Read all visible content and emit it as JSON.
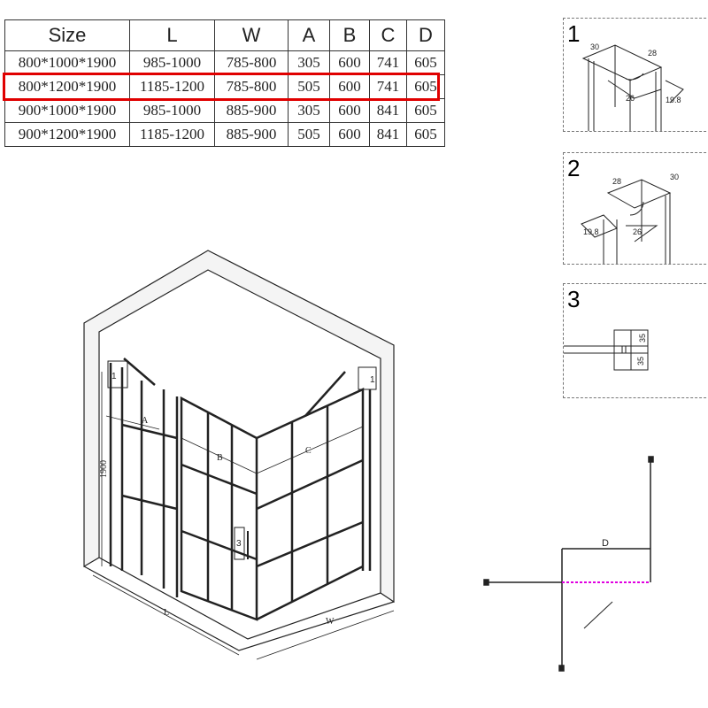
{
  "table": {
    "headers": [
      "Size",
      "L",
      "W",
      "A",
      "B",
      "C",
      "D"
    ],
    "rows": [
      [
        "800*1000*1900",
        "985-1000",
        "785-800",
        "305",
        "600",
        "741",
        "605"
      ],
      [
        "800*1200*1900",
        "1185-1200",
        "785-800",
        "505",
        "600",
        "741",
        "605"
      ],
      [
        "900*1000*1900",
        "985-1000",
        "885-900",
        "305",
        "600",
        "841",
        "605"
      ],
      [
        "900*1200*1900",
        "1185-1200",
        "885-900",
        "505",
        "600",
        "841",
        "605"
      ]
    ],
    "highlight_color": "#e00000"
  },
  "details": [
    {
      "number": "1",
      "dims": [
        "30",
        "28",
        "26",
        "19.8"
      ]
    },
    {
      "number": "2",
      "dims": [
        "28",
        "30",
        "19.8",
        "26"
      ]
    },
    {
      "number": "3",
      "dims": [
        "35",
        "35"
      ]
    }
  ],
  "drawing": {
    "labels": {
      "A": "A",
      "B": "B",
      "C": "C",
      "height": "1900",
      "L": "L",
      "W": "W",
      "callout1": "1",
      "callout1b": "1",
      "callout3": "3"
    }
  },
  "plan": {
    "D": "D",
    "highlight_color": "#e000e0"
  }
}
